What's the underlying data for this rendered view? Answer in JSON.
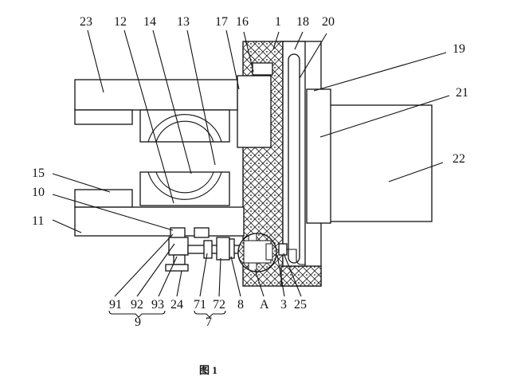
{
  "figure": {
    "caption": "图 1",
    "labels": {
      "n23": "23",
      "n12": "12",
      "n14": "14",
      "n13": "13",
      "n17": "17",
      "n16": "16",
      "n1": "1",
      "n18": "18",
      "n20": "20",
      "n19": "19",
      "n21": "21",
      "n22": "22",
      "n15": "15",
      "n10": "10",
      "n11": "11",
      "n91": "91",
      "n92": "92",
      "n93": "93",
      "n24": "24",
      "n71": "71",
      "n72": "72",
      "n8": "8",
      "nA": "A",
      "n3": "3",
      "n25": "25",
      "n9": "9",
      "n7": "7"
    }
  }
}
